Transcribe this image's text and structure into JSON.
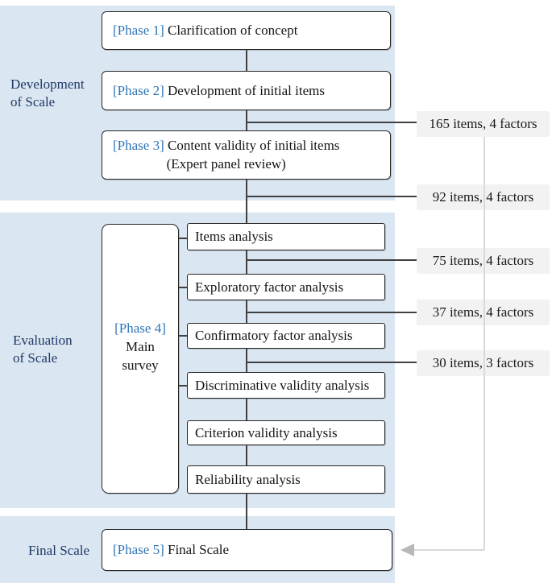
{
  "figure": {
    "type": "flowchart",
    "description": "Scale development and evaluation phases flow diagram"
  },
  "sections": [
    {
      "label": "Development\nof Scale"
    },
    {
      "label": "Evaluation\nof Scale"
    },
    {
      "label": "Final Scale"
    }
  ],
  "phases": {
    "phase1": {
      "tag": "[Phase 1]",
      "title": "Clarification of concept"
    },
    "phase2": {
      "tag": "[Phase 2]",
      "title": "Development of initial items"
    },
    "phase3": {
      "tag": "[Phase 3]",
      "title": "Content validity of initial items",
      "subtitle": "(Expert panel review)"
    },
    "phase4": {
      "tag": "[Phase 4]",
      "line1": "Main",
      "line2": "survey"
    },
    "phase5": {
      "tag": "[Phase 5]",
      "title": "Final Scale"
    }
  },
  "phase4_steps": [
    "Items analysis",
    "Exploratory factor analysis",
    "Confirmatory factor analysis",
    "Discriminative validity analysis",
    "Criterion validity analysis",
    "Reliability analysis"
  ],
  "annotations": [
    "165 items, 4 factors",
    "92 items, 4 factors",
    "75 items, 4 factors",
    "37 items, 4 factors",
    "30 items, 3 factors"
  ],
  "colors": {
    "panel_blue": "#dae6f2",
    "section_label_navy": "#1f3864",
    "phase_tag_blue": "#2e75b6",
    "box_border": "#262626",
    "connector_dark": "#404040",
    "annotation_bg": "#f2f2f2",
    "feedback_line_gray": "#d9d9d9",
    "feedback_arrow_gray": "#b8b8b8"
  }
}
